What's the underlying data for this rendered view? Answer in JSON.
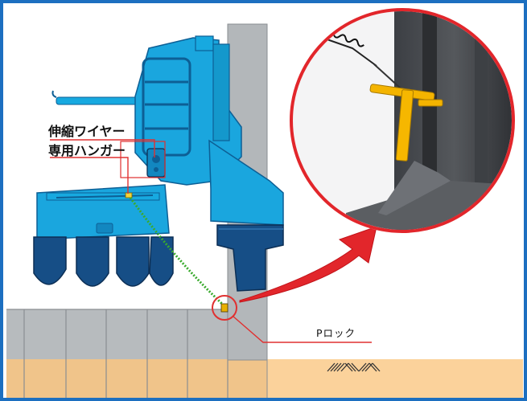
{
  "labels": {
    "wire": "伸縮ワイヤー",
    "hanger": "専用ハンガー",
    "plock": "Pロック"
  },
  "colors": {
    "frame": "#1c6fc0",
    "machine_body": "#17a9e0",
    "machine_dark": "#14558e",
    "callout": "#e03030",
    "arrow": "#e2262b",
    "sheet_pile": "#b8bcbf",
    "soil": "#f8cc8f",
    "lock_yellow": "#f4b400"
  },
  "icons": {
    "hatching": "ground-hatch-icon"
  }
}
